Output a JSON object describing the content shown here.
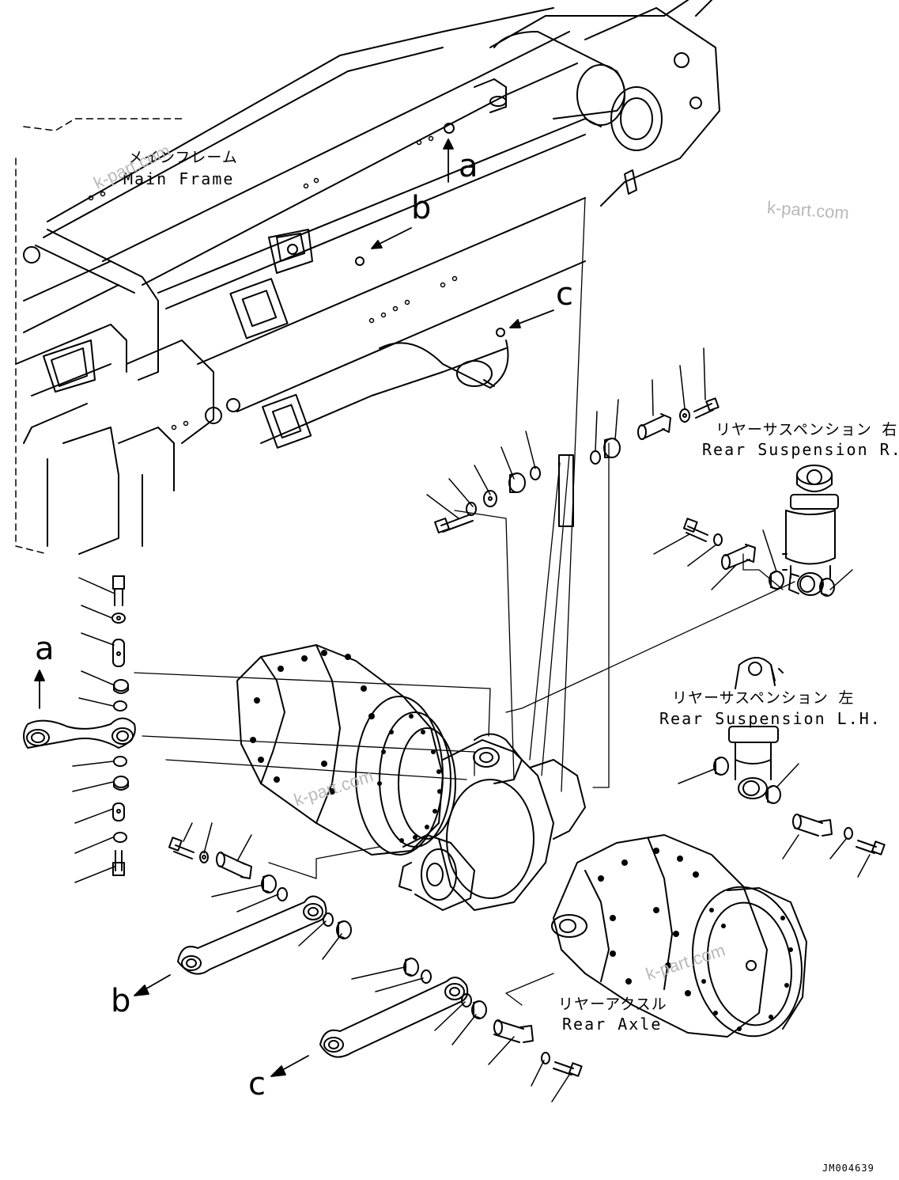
{
  "labels": {
    "main_frame_jp": "メインフレーム",
    "main_frame_en": "Main Frame",
    "rear_susp_rh_jp": "リヤーサスペンション 右",
    "rear_susp_rh_en": "Rear Suspension R.H.",
    "rear_susp_lh_jp": "リヤーサスペンション 左",
    "rear_susp_lh_en": "Rear Suspension L.H.",
    "rear_axle_jp": "リヤーアクスル",
    "rear_axle_en": "Rear Axle"
  },
  "callouts": {
    "a_top": "a",
    "b_top": "b",
    "c_top": "c",
    "a_left": "a",
    "b_bottom": "b",
    "c_bottom": "c"
  },
  "watermarks": [
    "k-part.com",
    "k-part.com",
    "k-part.com",
    "k-part.com"
  ],
  "drawing_code": "JM004639",
  "colors": {
    "line": "#000000",
    "watermark": "#b9b9b9",
    "background": "#ffffff"
  }
}
